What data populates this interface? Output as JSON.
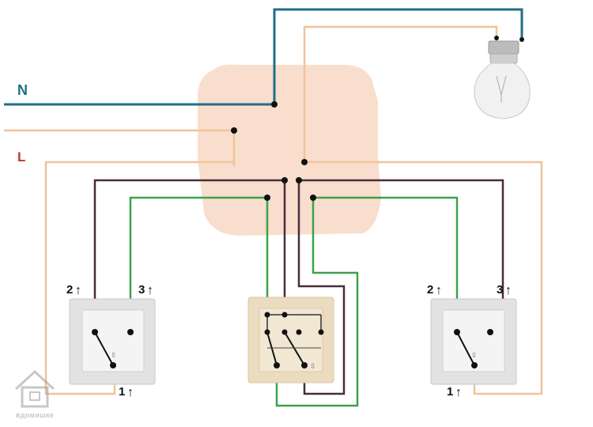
{
  "labels": {
    "neutral": "N",
    "line": "L",
    "left_switch": {
      "t1": "1",
      "t2": "2",
      "t3": "3"
    },
    "right_switch": {
      "t1": "1",
      "t2": "2",
      "t3": "3"
    },
    "arrow": "↑"
  },
  "watermark": {
    "text": "вдомишке"
  },
  "colors": {
    "neutral_wire": "#1f6f86",
    "line_wire": "#f0c39a",
    "traveler_dark": "#4a2c3c",
    "traveler_green": "#3aa24a",
    "junction_box": "#f8d8c4",
    "switch_plate": "#e6e6e6",
    "cross_switch_plate": "#ecdcbf",
    "label_n": "#1f6f86",
    "label_l": "#c0392b"
  }
}
